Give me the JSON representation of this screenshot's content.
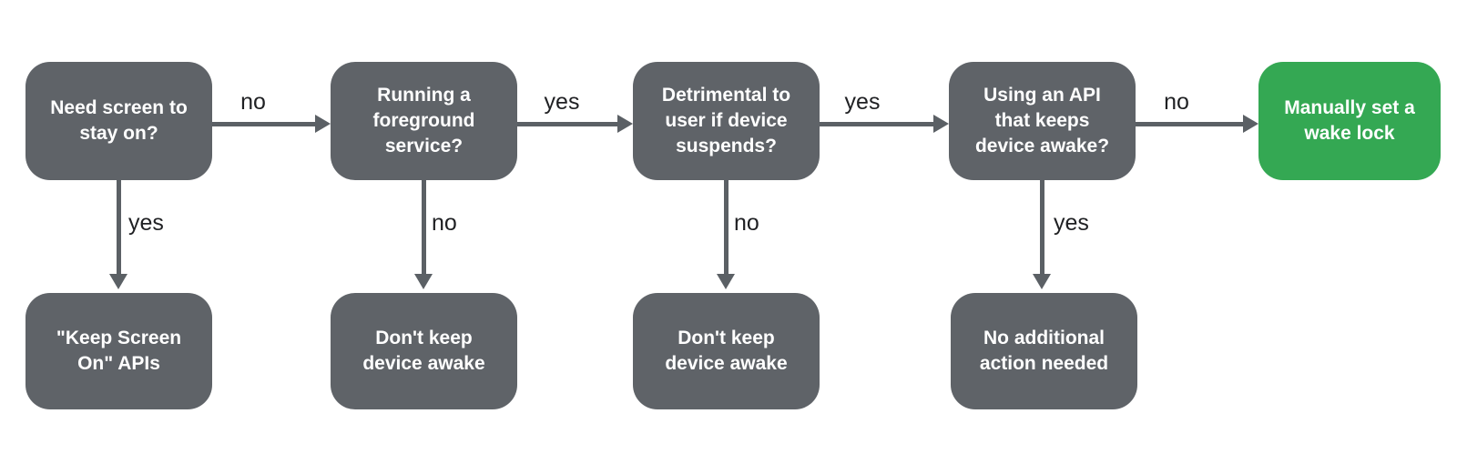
{
  "diagram": {
    "type": "flowchart",
    "colors": {
      "node_fill": "#5F6368",
      "node_text": "#FFFFFF",
      "terminal_fill": "#34A853",
      "arrow": "#5B6065",
      "edge_label_text": "#1F2023",
      "background": "#FFFFFF"
    },
    "nodes": [
      {
        "id": "need-screen",
        "label": "Need screen to stay on?",
        "kind": "decision"
      },
      {
        "id": "foreground-service",
        "label": "Running a foreground service?",
        "kind": "decision"
      },
      {
        "id": "detrimental-suspend",
        "label": "Detrimental to user if device suspends?",
        "kind": "decision"
      },
      {
        "id": "api-keeps-awake",
        "label": "Using an API that keeps device awake?",
        "kind": "decision"
      },
      {
        "id": "manual-wake-lock",
        "label": "Manually set a wake lock",
        "kind": "terminal"
      },
      {
        "id": "keep-screen-on-apis",
        "label": "\"Keep Screen On\" APIs",
        "kind": "result"
      },
      {
        "id": "dont-keep-awake-1",
        "label": "Don't keep device awake",
        "kind": "result"
      },
      {
        "id": "dont-keep-awake-2",
        "label": "Don't keep device awake",
        "kind": "result"
      },
      {
        "id": "no-action-needed",
        "label": "No additional action needed",
        "kind": "result"
      }
    ],
    "edges": [
      {
        "from": "need-screen",
        "to": "foreground-service",
        "label": "no",
        "direction": "right"
      },
      {
        "from": "foreground-service",
        "to": "detrimental-suspend",
        "label": "yes",
        "direction": "right"
      },
      {
        "from": "detrimental-suspend",
        "to": "api-keeps-awake",
        "label": "yes",
        "direction": "right"
      },
      {
        "from": "api-keeps-awake",
        "to": "manual-wake-lock",
        "label": "no",
        "direction": "right"
      },
      {
        "from": "need-screen",
        "to": "keep-screen-on-apis",
        "label": "yes",
        "direction": "down"
      },
      {
        "from": "foreground-service",
        "to": "dont-keep-awake-1",
        "label": "no",
        "direction": "down"
      },
      {
        "from": "detrimental-suspend",
        "to": "dont-keep-awake-2",
        "label": "no",
        "direction": "down"
      },
      {
        "from": "api-keeps-awake",
        "to": "no-action-needed",
        "label": "yes",
        "direction": "down"
      }
    ]
  }
}
